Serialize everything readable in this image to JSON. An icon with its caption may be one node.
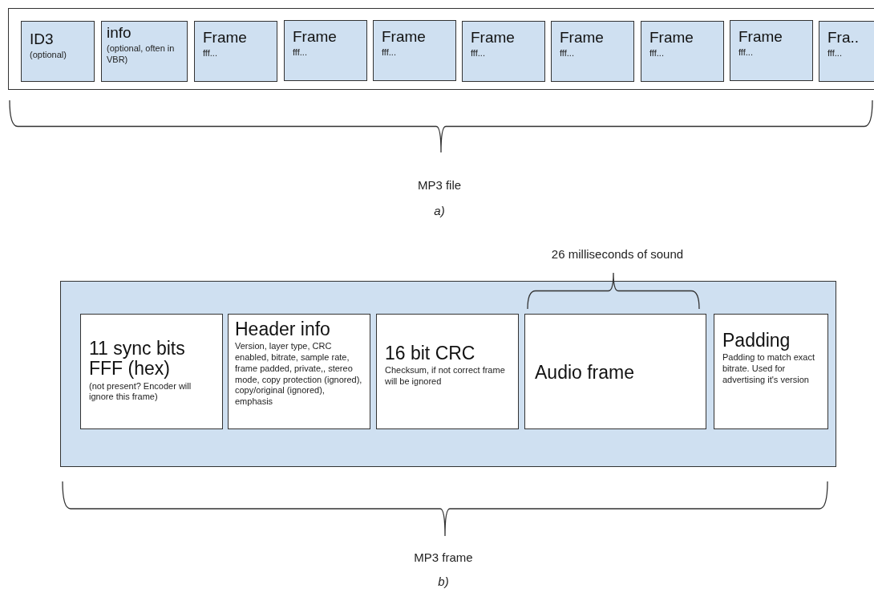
{
  "diagram": {
    "nodes": [
      {
        "text": [],
        "shape": "box"
      },
      {
        "text": [
          "ID3",
          "(optional)"
        ],
        "in": 0
      },
      {
        "text": [
          "info",
          "(optional, often in VBR)"
        ],
        "in": 0
      },
      {
        "text": [
          "Frame",
          "fff..."
        ],
        "in": 0
      },
      {
        "text": [
          "Frame",
          "fff..."
        ],
        "in": 0
      },
      {
        "text": [
          "Frame",
          "fff..."
        ],
        "in": 0
      },
      {
        "text": [
          "Frame",
          "fff..."
        ],
        "in": 0
      },
      {
        "text": [
          "Frame",
          "fff..."
        ],
        "in": 0
      },
      {
        "text": [
          "Frame",
          "fff..."
        ],
        "in": 0
      },
      {
        "text": [
          "Frame",
          "fff..."
        ],
        "in": 0
      },
      {
        "text": [
          "Fra..",
          "fff..."
        ],
        "in": 0
      },
      {
        "text": [],
        "shape": "box"
      },
      {
        "text": [
          "11 sync bits FFF (hex)",
          "(not present? Encoder will ignore this frame)"
        ],
        "in": 11
      },
      {
        "text": [
          "Header info",
          "Version, layer type, CRC enabled, bitrate, sample rate, frame padded, private,, stereo mode, copy protection (ignored), copy/original (ignored), emphasis"
        ],
        "in": 11
      },
      {
        "text": [
          "16 bit CRC",
          "Checksum, if not correct frame will be ignored"
        ],
        "in": 11
      },
      {
        "text": [
          "Audio frame"
        ],
        "in": 11
      },
      {
        "text": [
          "Padding",
          "Padding to match exact bitrate. Used for advertising it's version"
        ],
        "in": 11
      }
    ],
    "edges": [],
    "labels": [
      "MP3 file",
      "a)",
      "26 milliseconds of sound",
      "MP3 frame",
      "b)"
    ]
  }
}
